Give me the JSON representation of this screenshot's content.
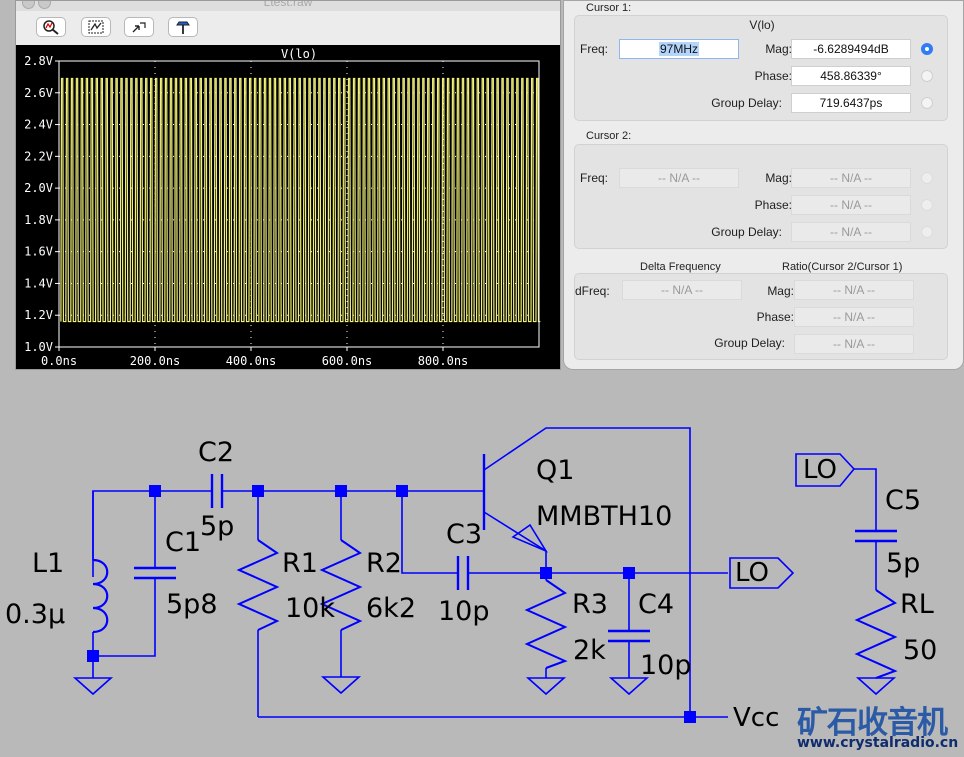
{
  "waveform_window": {
    "title": "Ltest.raw",
    "toolbar": [
      {
        "name": "zoom-tool-icon"
      },
      {
        "name": "autorange-tool-icon"
      },
      {
        "name": "pan-tool-icon"
      },
      {
        "name": "probe-tool-icon"
      }
    ]
  },
  "chart_data": {
    "type": "line",
    "title": "V(lo)",
    "xlabel": "",
    "ylabel": "",
    "x_unit": "ns",
    "y_unit": "V",
    "xlim": [
      0,
      1000
    ],
    "ylim": [
      1.0,
      2.8
    ],
    "x_ticks": [
      "0.0ns",
      "200.0ns",
      "400.0ns",
      "600.0ns",
      "800.0ns"
    ],
    "y_ticks": [
      "1.0V",
      "1.2V",
      "1.4V",
      "1.6V",
      "1.8V",
      "2.0V",
      "2.2V",
      "2.4V",
      "2.6V",
      "2.8V"
    ],
    "grid": true,
    "series": [
      {
        "name": "V(lo)",
        "frequency_mhz": 97,
        "v_min": 1.16,
        "v_max": 2.69,
        "start_ns": 4,
        "end_ns": 1000
      }
    ],
    "colors": {
      "trace": "#f0f07a",
      "grid": "#ffffff",
      "axes": "#ffffff",
      "background": "#000000"
    }
  },
  "cursor_dialog": {
    "cursor1": {
      "section": "Cursor 1:",
      "trace": "V(lo)",
      "freq_label": "Freq:",
      "freq": "97MHz",
      "mag_label": "Mag:",
      "mag": "-6.6289494dB",
      "phase_label": "Phase:",
      "phase": "458.86339°",
      "delay_label": "Group Delay:",
      "delay": "719.6437ps"
    },
    "cursor2": {
      "section": "Cursor 2:",
      "freq_label": "Freq:",
      "freq": "-- N/A --",
      "mag_label": "Mag:",
      "mag": "-- N/A --",
      "phase_label": "Phase:",
      "phase": "-- N/A --",
      "delay_label": "Group Delay:",
      "delay": "-- N/A --"
    },
    "delta": {
      "delta_header": "Delta Frequency",
      "ratio_header": "Ratio(Cursor 2/Cursor 1)",
      "dfreq_label": "dFreq:",
      "dfreq": "-- N/A --",
      "mag_label": "Mag:",
      "mag": "-- N/A --",
      "phase_label": "Phase:",
      "phase": "-- N/A --",
      "delay_label": "Group Delay:",
      "delay": "-- N/A --"
    }
  },
  "schematic": {
    "wire_color": "#0000ff",
    "components": {
      "C2": {
        "ref": "C2",
        "value": "5p"
      },
      "C1": {
        "ref": "C1",
        "value": "5p8"
      },
      "L1": {
        "ref": "L1",
        "value": "0.3μ"
      },
      "R1": {
        "ref": "R1",
        "value": "10k"
      },
      "R2": {
        "ref": "R2",
        "value": "6k2"
      },
      "C3": {
        "ref": "C3",
        "value": "10p"
      },
      "Q1": {
        "ref": "Q1",
        "value": "MMBTH10"
      },
      "R3": {
        "ref": "R3",
        "value": "2k"
      },
      "C4": {
        "ref": "C4",
        "value": "10p"
      },
      "C5": {
        "ref": "C5",
        "value": "5p"
      },
      "RL": {
        "ref": "RL",
        "value": "50"
      }
    },
    "net_labels": {
      "lo_out": "LO",
      "lo_in": "LO",
      "vcc": "Vcc"
    }
  },
  "watermark": {
    "cn": "矿石收音机",
    "url": "www.crystalradio.cn",
    "color": "#2b5aa6"
  }
}
